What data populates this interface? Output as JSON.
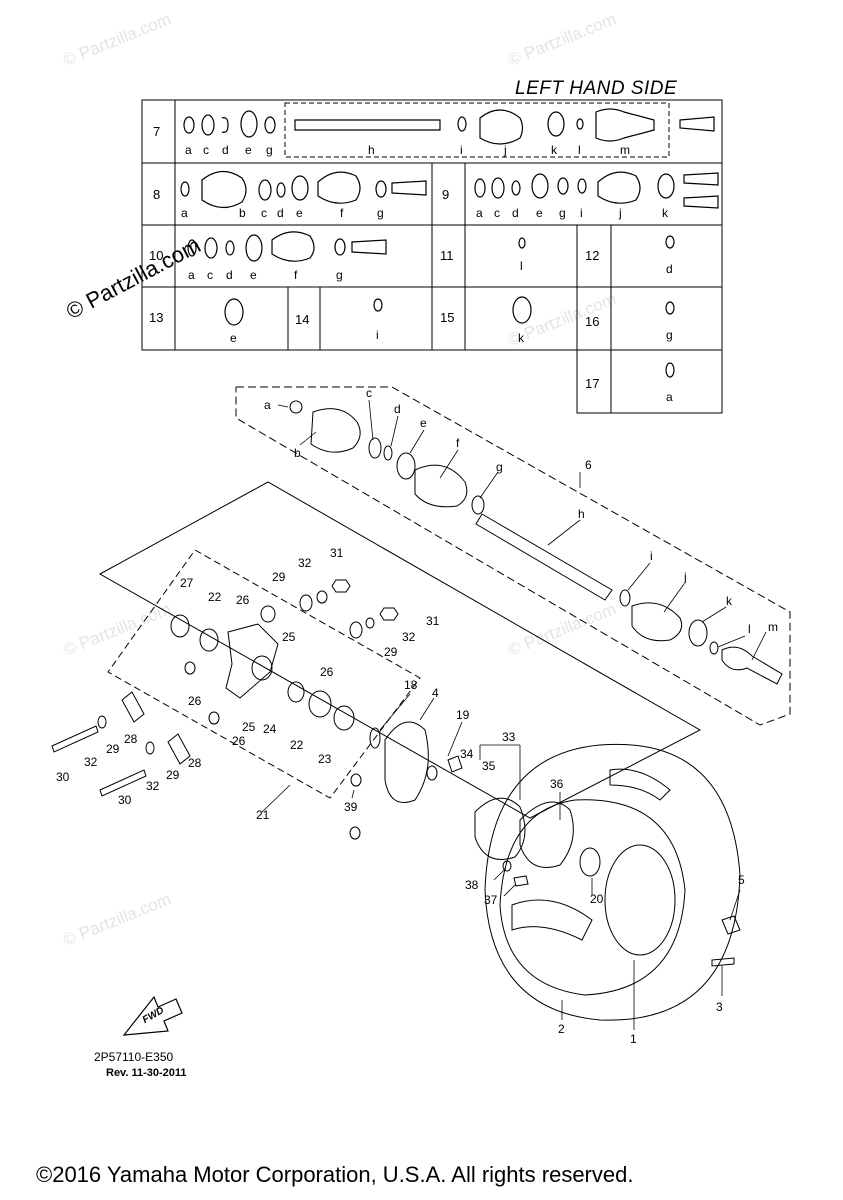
{
  "header": {
    "side_label": "LEFT HAND SIDE"
  },
  "kit_rows": [
    {
      "number": "7",
      "letters": [
        "a",
        "c",
        "d",
        "e",
        "g",
        "h",
        "i",
        "j",
        "k",
        "l",
        "m"
      ]
    },
    {
      "number": "8",
      "letters": [
        "a",
        "b",
        "c",
        "d",
        "e",
        "f",
        "g"
      ]
    },
    {
      "number": "9",
      "letters": [
        "a",
        "c",
        "d",
        "e",
        "g",
        "i",
        "j",
        "k"
      ]
    },
    {
      "number": "10",
      "letters": [
        "a",
        "c",
        "d",
        "e",
        "f",
        "g"
      ]
    },
    {
      "number": "11",
      "letters": [
        "l"
      ]
    },
    {
      "number": "12",
      "letters": [
        "d"
      ]
    },
    {
      "number": "13",
      "letters": [
        "e"
      ]
    },
    {
      "number": "14",
      "letters": [
        "i"
      ]
    },
    {
      "number": "15",
      "letters": [
        "k"
      ]
    },
    {
      "number": "16",
      "letters": [
        "g"
      ]
    },
    {
      "number": "17",
      "letters": [
        "a"
      ]
    }
  ],
  "callouts": [
    "1",
    "2",
    "3",
    "4",
    "5",
    "6",
    "18",
    "19",
    "20",
    "21",
    "22",
    "23",
    "24",
    "25",
    "26",
    "27",
    "28",
    "29",
    "30",
    "31",
    "32",
    "33",
    "34",
    "35",
    "36",
    "37",
    "38",
    "39"
  ],
  "shaft_letters": [
    "a",
    "b",
    "c",
    "d",
    "e",
    "f",
    "g",
    "h",
    "i",
    "j",
    "k",
    "l",
    "m"
  ],
  "icons": {
    "fwd_arrow": "fwd-arrow-icon",
    "fwd_text": "FWD"
  },
  "diagram_code": "2P57110-E350",
  "revision": "Rev.  11-30-2011",
  "watermark": "© Partzilla.com",
  "copyright": "©2016 Yamaha Motor Corporation, U.S.A. All rights reserved."
}
